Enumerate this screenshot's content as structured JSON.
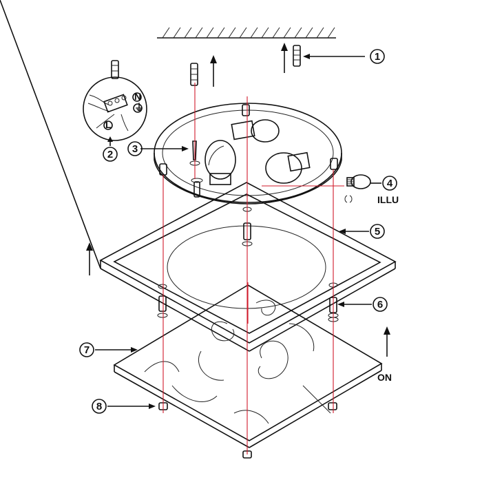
{
  "callouts": [
    {
      "id": "1",
      "label": "1"
    },
    {
      "id": "2",
      "label": "2"
    },
    {
      "id": "3",
      "label": "3"
    },
    {
      "id": "4",
      "label": "4"
    },
    {
      "id": "5",
      "label": "5"
    },
    {
      "id": "6",
      "label": "6"
    },
    {
      "id": "7",
      "label": "7"
    },
    {
      "id": "8",
      "label": "8"
    }
  ],
  "labels": {
    "illu": "ILLU",
    "on": "ON",
    "terminal_n": "N",
    "terminal_l": "L",
    "terminal_ground": "⏚"
  },
  "colors": {
    "line": "#111111",
    "guide": "#d01a2a",
    "background": "#ffffff"
  }
}
